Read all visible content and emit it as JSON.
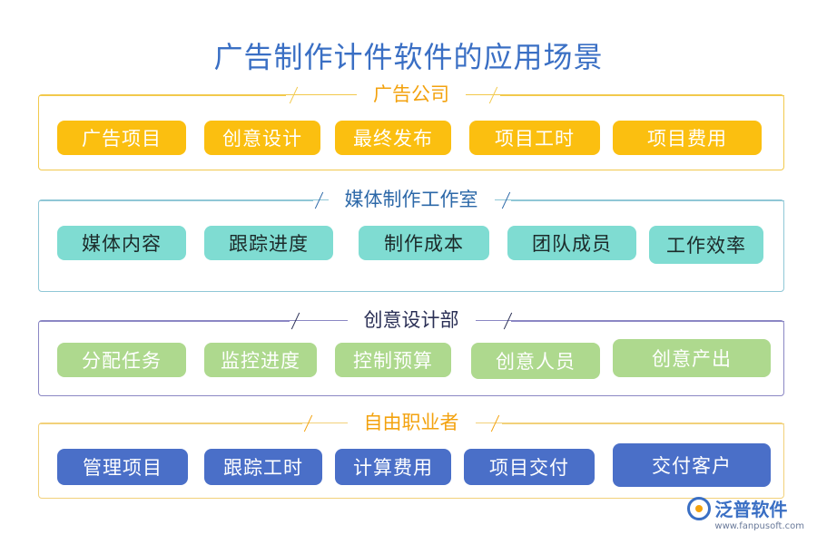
{
  "title": "广告制作计件软件的应用场景",
  "sections": [
    {
      "label": "广告公司",
      "buttons": [
        "广告项目",
        "创意设计",
        "最终发布",
        "项目工时",
        "项目费用"
      ]
    },
    {
      "label": "媒体制作工作室",
      "buttons": [
        "媒体内容",
        "跟踪进度",
        "制作成本",
        "团队成员",
        "工作效率"
      ]
    },
    {
      "label": "创意设计部",
      "buttons": [
        "分配任务",
        "监控进度",
        "控制预算",
        "创意人员",
        "创意产出"
      ]
    },
    {
      "label": "自由职业者",
      "buttons": [
        "管理项目",
        "跟踪工时",
        "计算费用",
        "项目交付",
        "交付客户"
      ]
    }
  ],
  "logo": {
    "name": "泛普软件",
    "url": "www.fanpusoft.com"
  },
  "colors": {
    "title": "#3a6fc4",
    "orange": "#fbbf10",
    "teal": "#7fdcd2",
    "green": "#aed98e",
    "blue": "#4a6fc8"
  }
}
